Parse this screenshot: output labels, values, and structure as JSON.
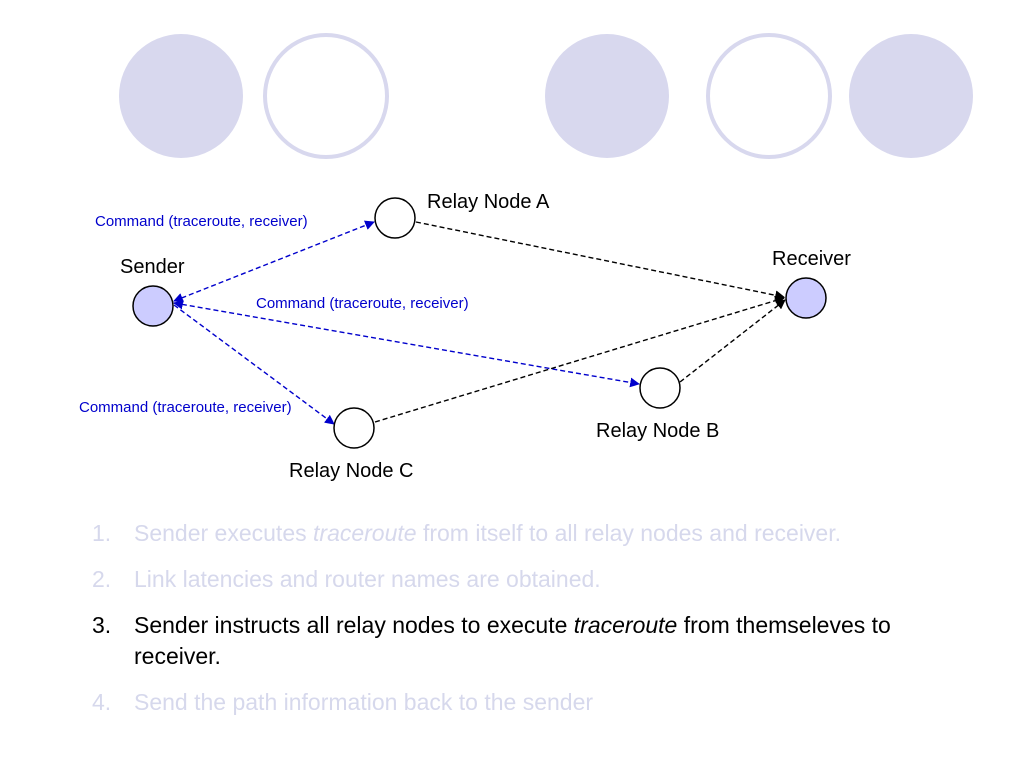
{
  "colors": {
    "deco_fill": "#D8D8EE",
    "deco_stroke": "#D8D8EE",
    "endpoint_fill": "#CCCCFF",
    "relay_fill": "#FFFFFF",
    "command_arrow": "#0000CC",
    "path_arrow": "#000000",
    "dim_text": "#D6D8EC",
    "active_text": "#000000"
  },
  "diagram": {
    "nodes": {
      "sender": {
        "label": "Sender"
      },
      "receiver": {
        "label": "Receiver"
      },
      "relay_a": {
        "label": "Relay Node A"
      },
      "relay_b": {
        "label": "Relay Node B"
      },
      "relay_c": {
        "label": "Relay Node C"
      }
    },
    "command_labels": {
      "to_a": "Command (traceroute, receiver)",
      "to_b": "Command (traceroute, receiver)",
      "to_c": "Command (traceroute, receiver)"
    }
  },
  "steps": [
    {
      "num": "1.",
      "before": "Sender executes ",
      "em": "traceroute",
      "after": " from itself to all relay nodes and receiver.",
      "state": "dim"
    },
    {
      "num": "2.",
      "before": "Link latencies and router names are obtained.",
      "em": "",
      "after": "",
      "state": "dim"
    },
    {
      "num": "3.",
      "before": "Sender instructs all relay nodes to execute ",
      "em": "traceroute",
      "after": " from themseleves to receiver.",
      "state": "active"
    },
    {
      "num": "4.",
      "before": "Send the path information back to the sender",
      "em": "",
      "after": "",
      "state": "dim"
    }
  ]
}
